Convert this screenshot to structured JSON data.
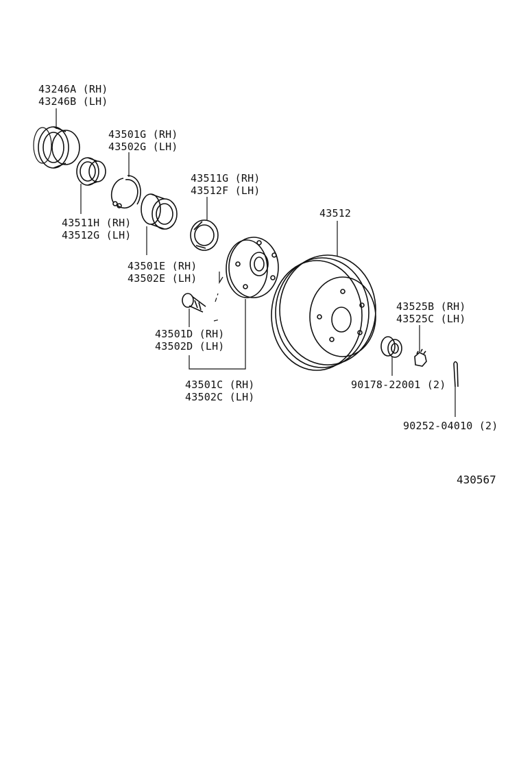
{
  "labels": {
    "seal_outer": [
      "43246A (RH)",
      "43246B (LH)"
    ],
    "snap_ring": [
      "43501G (RH)",
      "43502G (LH)"
    ],
    "bearing_outer": [
      "43511G (RH)",
      "43512F (LH)"
    ],
    "bearing_inner": [
      "43511H (RH)",
      "43512G (LH)"
    ],
    "rotor": [
      "43512"
    ],
    "bearing": [
      "43501E (RH)",
      "43502E (LH)"
    ],
    "hub_bolt": [
      "43501D (RH)",
      "43502D (LH)"
    ],
    "hub": [
      "43501C (RH)",
      "43502C (LH)"
    ],
    "nut_cap": [
      "43525B (RH)",
      "43525C (LH)"
    ],
    "nut": [
      "90178-22001 (2)"
    ],
    "cotter_pin": [
      "90252-04010 (2)"
    ]
  },
  "figure_number": "430567"
}
